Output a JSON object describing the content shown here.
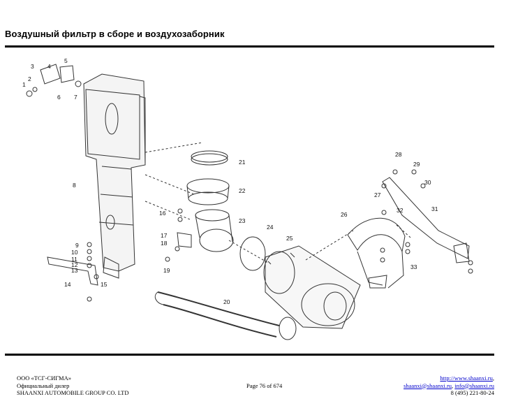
{
  "header": {
    "title": "Воздушный фильтр в сборе и воздухозаборник"
  },
  "diagram": {
    "callouts": [
      "1",
      "2",
      "3",
      "4",
      "5",
      "6",
      "7",
      "8",
      "9",
      "10",
      "11",
      "12",
      "13",
      "14",
      "15",
      "16",
      "17",
      "18",
      "19",
      "20",
      "21",
      "22",
      "23",
      "24",
      "25",
      "26",
      "27",
      "28",
      "29",
      "30",
      "31",
      "32",
      "33"
    ]
  },
  "footer": {
    "company": "ООО «ТСГ-СИГМА»",
    "dealer": "Официальный дилер",
    "group": "SHAANXI AUTOMOBILE GROUP CO. LTD",
    "page": "Page 76 of 674",
    "website": "http://www.shaanxi.ru",
    "website_suffix": ",",
    "email1": "shaanxi@shaanxi.ru",
    "email_sep": ", ",
    "email2": "info@shaanxi.ru",
    "phone": "8 (495) 221-80-24"
  }
}
